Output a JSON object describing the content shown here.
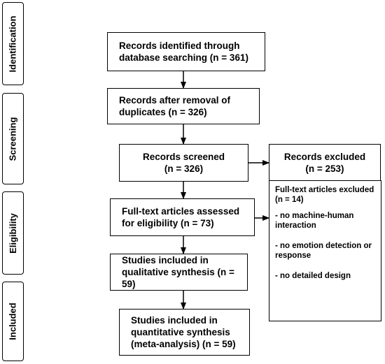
{
  "phases": {
    "identification": "Identification",
    "screening": "Screening",
    "eligibility": "Eligibility",
    "included": "Included"
  },
  "boxes": {
    "identified": "Records identified through\ndatabase searching (n = 361)",
    "after_duplicates": "Records after removal of\nduplicates (n = 326)",
    "screened": "Records screened\n(n = 326)",
    "excluded": "Records excluded\n(n = 253)",
    "assessed": "Full-text articles assessed\nfor eligibility (n = 73)",
    "qualitative": "Studies included in\nqualitative synthesis (n = 59)",
    "quantitative": "Studies included in\nquantitative synthesis\n(meta-analysis) (n = 59)"
  },
  "fulltext_excluded": {
    "header": "Full-text articles excluded\n(n = 14)",
    "reasons": [
      "- no machine-human\ninteraction",
      "- no emotion detection or\nresponse",
      "- no detailed design"
    ]
  }
}
